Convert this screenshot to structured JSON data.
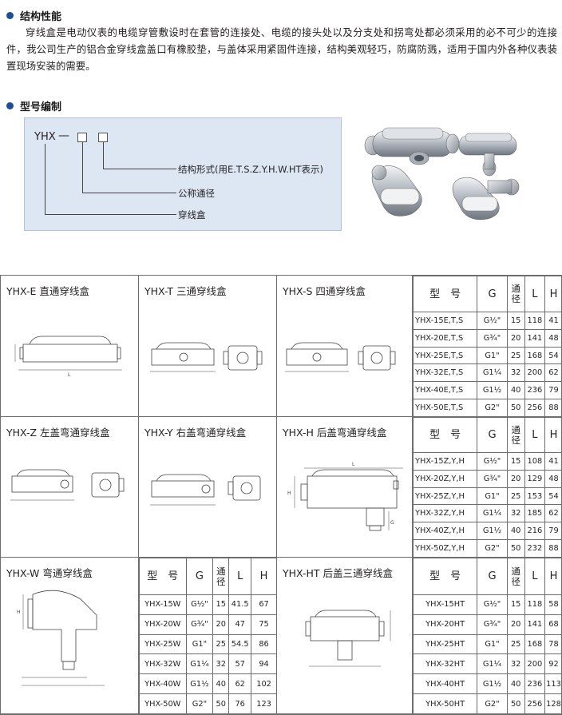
{
  "section1": {
    "title": "结构性能"
  },
  "paragraph": "穿线盒是电动仪表的电缆穿管敷设时在套管的连接处、电缆的接头处以及分支处和拐弯处都必须采用的必不可少的连接件，我公司生产的铝合金穿线盒盖口有橡胶垫，与盖体采用紧固件连接，结构美观轻巧，防腐防溅，适用于国内外各种仪表装置现场安装的需要。",
  "section2": {
    "title": "型号编制"
  },
  "code": {
    "prefix": "YHX",
    "dash": "—",
    "label_form": "结构形式(用E.T.S.Z.Y.H.W.HT表示)",
    "label_diameter": "公称通径",
    "label_box": "穿线盒"
  },
  "cells": {
    "e": "YHX-E 直通穿线盒",
    "t": "YHX-T 三通穿线盒",
    "s": "YHX-S 四通穿线盒",
    "z": "YHX-Z 左盖弯通穿线盒",
    "y": "YHX-Y 右盖弯通穿线盒",
    "h": "YHX-H 后盖弯通穿线盒",
    "w": "YHX-W 弯通穿线盒",
    "ht": "YHX-HT 后盖三通穿线盒"
  },
  "dim_labels": {
    "L": "L",
    "H": "H",
    "G": "G"
  },
  "headers": {
    "model": "型　号",
    "g": "G",
    "bore": "通径",
    "l": "L",
    "h": "H"
  },
  "table_ets": [
    [
      "YHX-15E,T,S",
      "G½\"",
      "15",
      "118",
      "41"
    ],
    [
      "YHX-20E,T,S",
      "G¾\"",
      "20",
      "141",
      "48"
    ],
    [
      "YHX-25E,T,S",
      "G1\"",
      "25",
      "168",
      "54"
    ],
    [
      "YHX-32E,T,S",
      "G1¼",
      "32",
      "200",
      "62"
    ],
    [
      "YHX-40E,T,S",
      "G1½",
      "40",
      "236",
      "79"
    ],
    [
      "YHX-50E,T,S",
      "G2\"",
      "50",
      "256",
      "88"
    ]
  ],
  "table_zyh": [
    [
      "YHX-15Z,Y,H",
      "G½\"",
      "15",
      "108",
      "41"
    ],
    [
      "YHX-20Z,Y,H",
      "G¾\"",
      "20",
      "129",
      "48"
    ],
    [
      "YHX-25Z,Y,H",
      "G1\"",
      "25",
      "153",
      "54"
    ],
    [
      "YHX-32Z,Y,H",
      "G1¼",
      "32",
      "185",
      "62"
    ],
    [
      "YHX-40Z,Y,H",
      "G1½",
      "40",
      "216",
      "79"
    ],
    [
      "YHX-50Z,Y,H",
      "G2\"",
      "50",
      "232",
      "88"
    ]
  ],
  "table_w": [
    [
      "YHX-15W",
      "G½\"",
      "15",
      "41.5",
      "67"
    ],
    [
      "YHX-20W",
      "G¾\"",
      "20",
      "47",
      "75"
    ],
    [
      "YHX-25W",
      "G1\"",
      "25",
      "54.5",
      "86"
    ],
    [
      "YHX-32W",
      "G1¼",
      "32",
      "57",
      "94"
    ],
    [
      "YHX-40W",
      "G1½",
      "40",
      "62",
      "102"
    ],
    [
      "YHX-50W",
      "G2\"",
      "50",
      "76",
      "123"
    ]
  ],
  "table_ht": [
    [
      "YHX-15HT",
      "G½\"",
      "15",
      "118",
      "58"
    ],
    [
      "YHX-20HT",
      "G¾\"",
      "20",
      "141",
      "68"
    ],
    [
      "YHX-25HT",
      "G1\"",
      "25",
      "168",
      "78"
    ],
    [
      "YHX-32HT",
      "G1¼",
      "32",
      "200",
      "92"
    ],
    [
      "YHX-40HT",
      "G1½",
      "40",
      "236",
      "113"
    ],
    [
      "YHX-50HT",
      "G2\"",
      "50",
      "256",
      "128"
    ]
  ],
  "colors": {
    "accent": "#1b4e9b",
    "box_bg": "#dde6f3",
    "line": "#6d6d6d"
  }
}
